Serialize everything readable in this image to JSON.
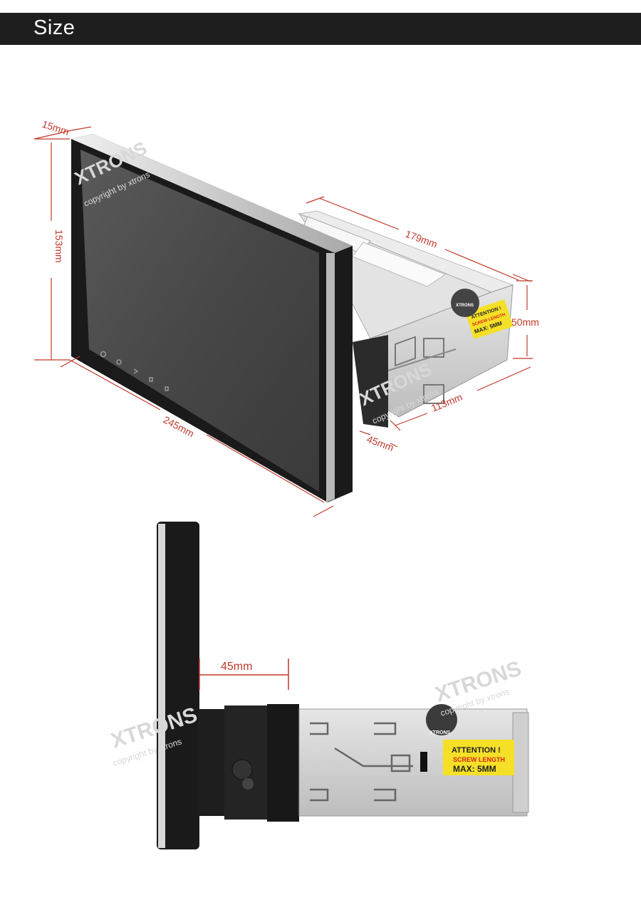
{
  "header": {
    "title": "Size"
  },
  "brand": {
    "name": "XTRONS",
    "copyright": "copyright by xtrons"
  },
  "dimensions": {
    "front_top_depth": "15mm",
    "height": "153mm",
    "width": "245mm",
    "chassis_depth": "179mm",
    "chassis_height": "50mm",
    "chassis_width": "113mm",
    "bracket_depth": "45mm",
    "side_bracket_depth": "45mm"
  },
  "label": {
    "attention": "ATTENTION !",
    "screw_length": "SCREW LENGTH",
    "max": "MAX: 5MM",
    "badge": "XTRONS"
  },
  "colors": {
    "dimension": "#c0392b",
    "header_bg": "#1e1e1e",
    "label_bg": "#f5e027",
    "label_red": "#d9261c"
  }
}
